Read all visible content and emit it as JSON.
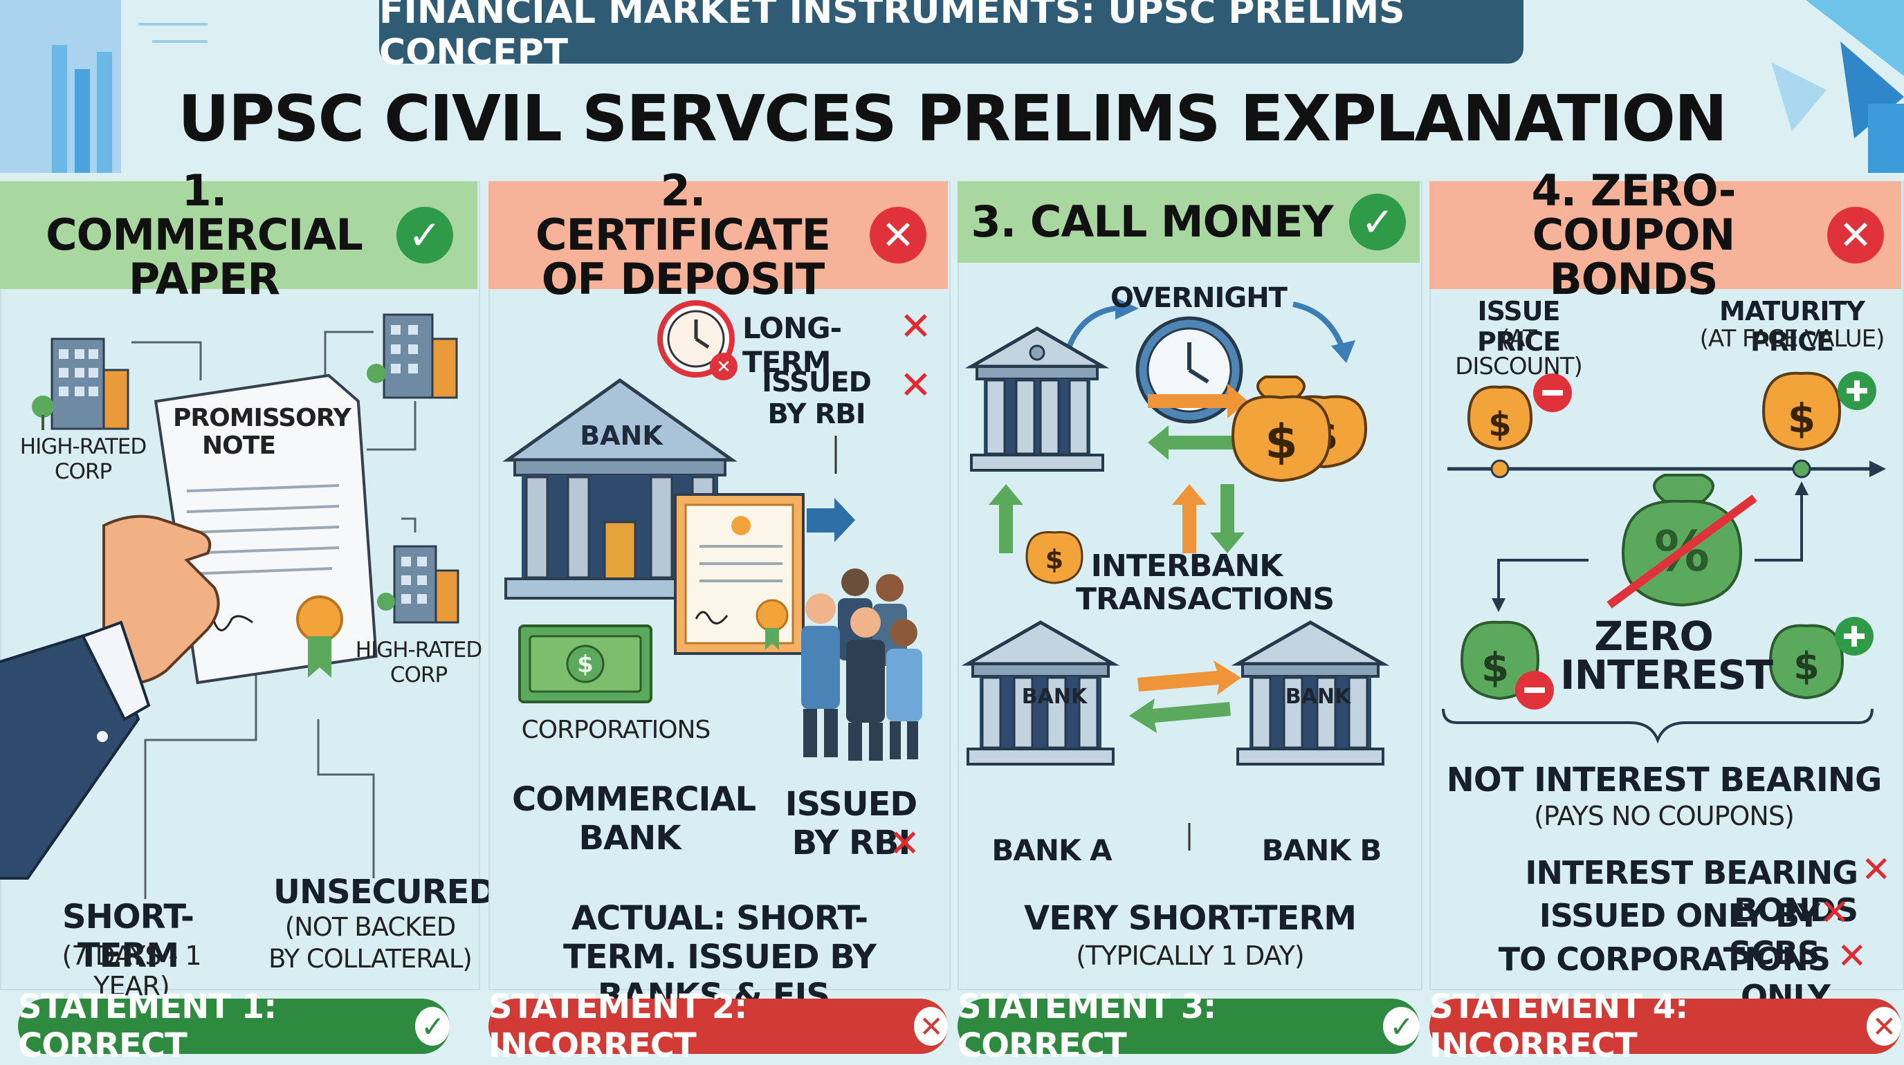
{
  "banner": "FINANCIAL MARKET INSTRUMENTS: UPSC PRELIMS CONCEPT",
  "title": "UPSC CIVIL SERVCES PRELIMS EXPLANATION",
  "panels": [
    {
      "heading": "1. COMMERCIAL PAPER",
      "status": "correct",
      "labels": {
        "note": "PROMISSORY NOTE",
        "corp1": "HIGH-RATED CORP",
        "corp2": "HIGH-RATED CORP",
        "term": "SHORT-TERM",
        "term_detail": "(7 DAYS - 1 YEAR)",
        "secured": "UNSECURED",
        "secured_detail": "(NOT BACKED BY COLLATERAL)"
      },
      "footer": "STATEMENT 1: CORRECT"
    },
    {
      "heading": "2. CERTIFICATE OF DEPOSIT",
      "status": "incorrect",
      "labels": {
        "bank": "BANK",
        "long_term": "LONG-TERM",
        "issued_rbi_top": "ISSUED BY RBI",
        "corporations": "CORPORATIONS",
        "commercial_bank": "COMMERCIAL BANK",
        "issued_rbi_bottom": "ISSUED BY RBI",
        "actual": "ACTUAL: SHORT-TERM. ISSUED BY BANKS & FIS."
      },
      "footer": "STATEMENT 2: INCORRECT"
    },
    {
      "heading": "3. CALL MONEY",
      "status": "correct",
      "labels": {
        "overnight": "OVERNIGHT",
        "interbank": "INTERBANK TRANSACTIONS",
        "bank_a_sign": "BANK",
        "bank_b_sign": "BANK",
        "bank_a": "BANK A",
        "bank_b": "BANK B",
        "term": "VERY SHORT-TERM",
        "term_detail": "(TYPICALLY 1 DAY)"
      },
      "footer": "STATEMENT 3: CORRECT"
    },
    {
      "heading": "4. ZERO-COUPON BONDS",
      "status": "incorrect",
      "labels": {
        "issue_price": "ISSUE PRICE",
        "issue_detail": "(AT DISCOUNT)",
        "maturity_price": "MATURITY PRICE",
        "maturity_detail": "(AT FACE VALUE)",
        "zero_interest": "ZERO INTEREST",
        "not_interest": "NOT INTEREST BEARING",
        "not_interest_detail": "(PAYS NO COUPONS)",
        "wrong1": "INTEREST BEARING BONDS",
        "wrong2": "ISSUED ONLY BY SCBS",
        "wrong3": "TO CORPORATIONS ONLY"
      },
      "footer": "STATEMENT 4: INCORRECT"
    }
  ],
  "colors": {
    "correct_green": "#2e8a3f",
    "incorrect_red": "#d23a35",
    "header_green": "#a9d7a0",
    "header_red": "#f6b399",
    "banner_blue": "#2f5c74",
    "money_orange": "#f2a33a",
    "money_green": "#4f9a4f"
  }
}
